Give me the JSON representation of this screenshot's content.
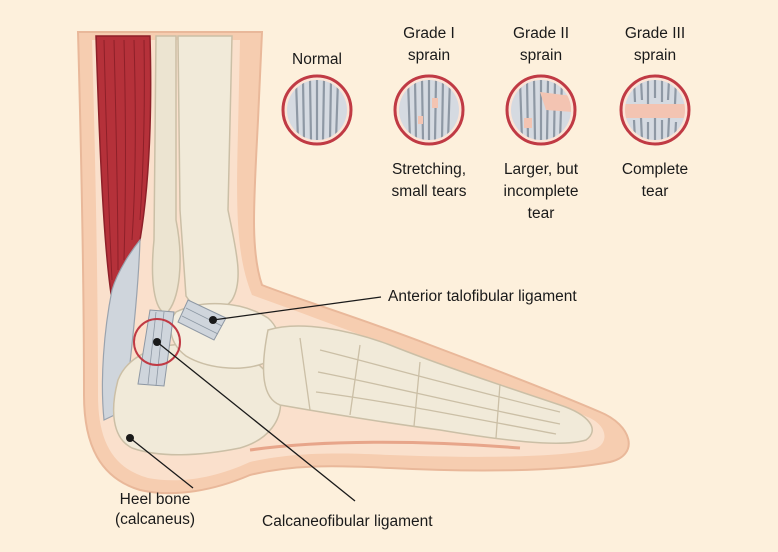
{
  "grades": [
    {
      "title_lines": [
        "Normal"
      ],
      "desc_lines": []
    },
    {
      "title_lines": [
        "Grade I",
        "sprain"
      ],
      "desc_lines": [
        "Stretching,",
        "small tears"
      ]
    },
    {
      "title_lines": [
        "Grade II",
        "sprain"
      ],
      "desc_lines": [
        "Larger, but",
        "incomplete",
        "tear"
      ]
    },
    {
      "title_lines": [
        "Grade III",
        "sprain"
      ],
      "desc_lines": [
        "Complete",
        "tear"
      ]
    }
  ],
  "labels": {
    "atfl": "Anterior talofibular ligament",
    "cfl": "Calcaneofibular ligament",
    "heel_line1": "Heel bone",
    "heel_line2": "(calcaneus)"
  },
  "colors": {
    "background": "#fdf0dc",
    "skin": "#f6cdb0",
    "bone": "#f1ead9",
    "muscle": "#b5313a",
    "ligament": "#aab4c0",
    "circle_ring": "#c03a44",
    "tear": "#f3c4b2"
  }
}
